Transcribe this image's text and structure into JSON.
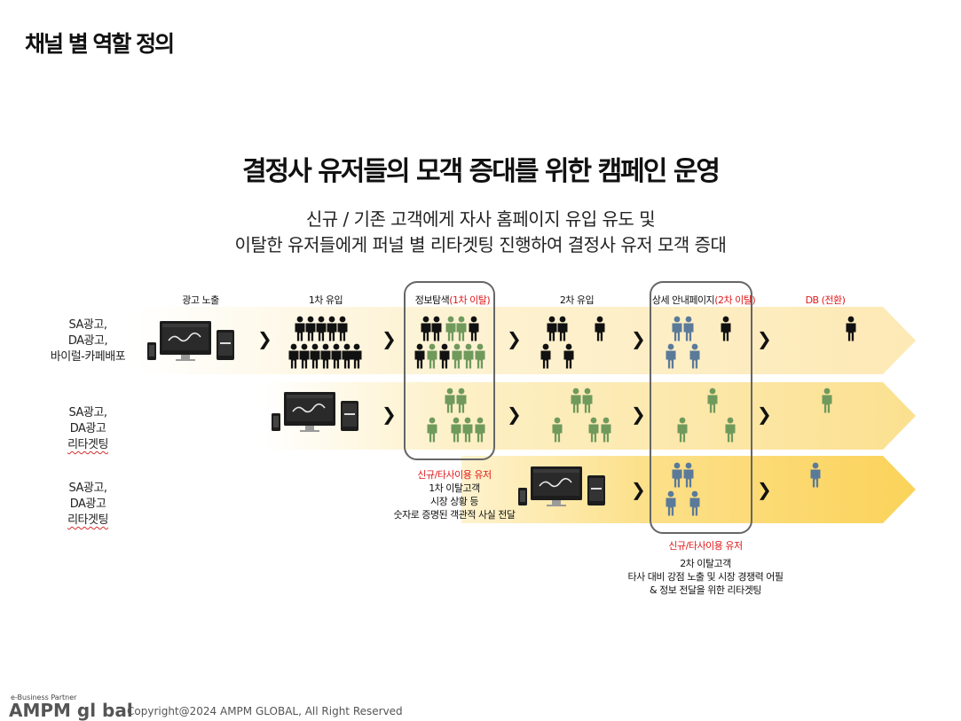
{
  "page_title": "채널 별 역할 정의",
  "heading": "결정사 유저들의 모객 증대를 위한 캠페인 운영",
  "subheading": {
    "line1": "신규 / 기존 고객에게 자사 홈페이지 유입 유도 및",
    "line2": "이탈한 유저들에게 퍼널 별 리타겟팅 진행하여 결정사 유저 모객 증대"
  },
  "stages": [
    {
      "label": "광고 노출",
      "highlight": ""
    },
    {
      "label": "1차 유입",
      "highlight": ""
    },
    {
      "label": "정보탐색",
      "highlight": "(1차 이탈)"
    },
    {
      "label": "2차 유입",
      "highlight": ""
    },
    {
      "label": "상세 안내페이지",
      "highlight": "(2차 이탈)"
    },
    {
      "label": "",
      "highlight": "DB (전환)"
    }
  ],
  "rows": [
    {
      "label": [
        "SA광고,",
        "DA광고,",
        "바이럴-카페배포"
      ]
    },
    {
      "label": [
        "SA광고,",
        "DA광고",
        "리타겟팅"
      ]
    },
    {
      "label": [
        "SA광고,",
        "DA광고",
        "리타겟팅"
      ]
    }
  ],
  "notes": {
    "first": {
      "title": "신규/타사이용 유저",
      "lines": [
        "1차 이탈고객",
        "시장 상황 등",
        "숫자로 증명된 객관적 사실 전달"
      ]
    },
    "second": {
      "title": "신규/타사이용 유저",
      "lines": [
        "2차 이탈고객",
        "타사 대비 강점 노출 및 시장 경쟁력 어필",
        "& 정보 전달을 위한 리타겟팅"
      ]
    }
  },
  "arrow_glyph": "❯",
  "colors": {
    "highlight_red": "#e0191c",
    "person_black": "#111111",
    "person_green": "#6f9a5c",
    "person_blue": "#5b7a99",
    "band_row1": "#fdf1cf",
    "band_row2": "#fbe6a4",
    "band_row3": "#fbd65f"
  },
  "footer": {
    "partner": "e-Business Partner",
    "logo": "AMPM gl bal",
    "copyright": "Copyright@2024 AMPM GLOBAL, All Right Reserved"
  }
}
